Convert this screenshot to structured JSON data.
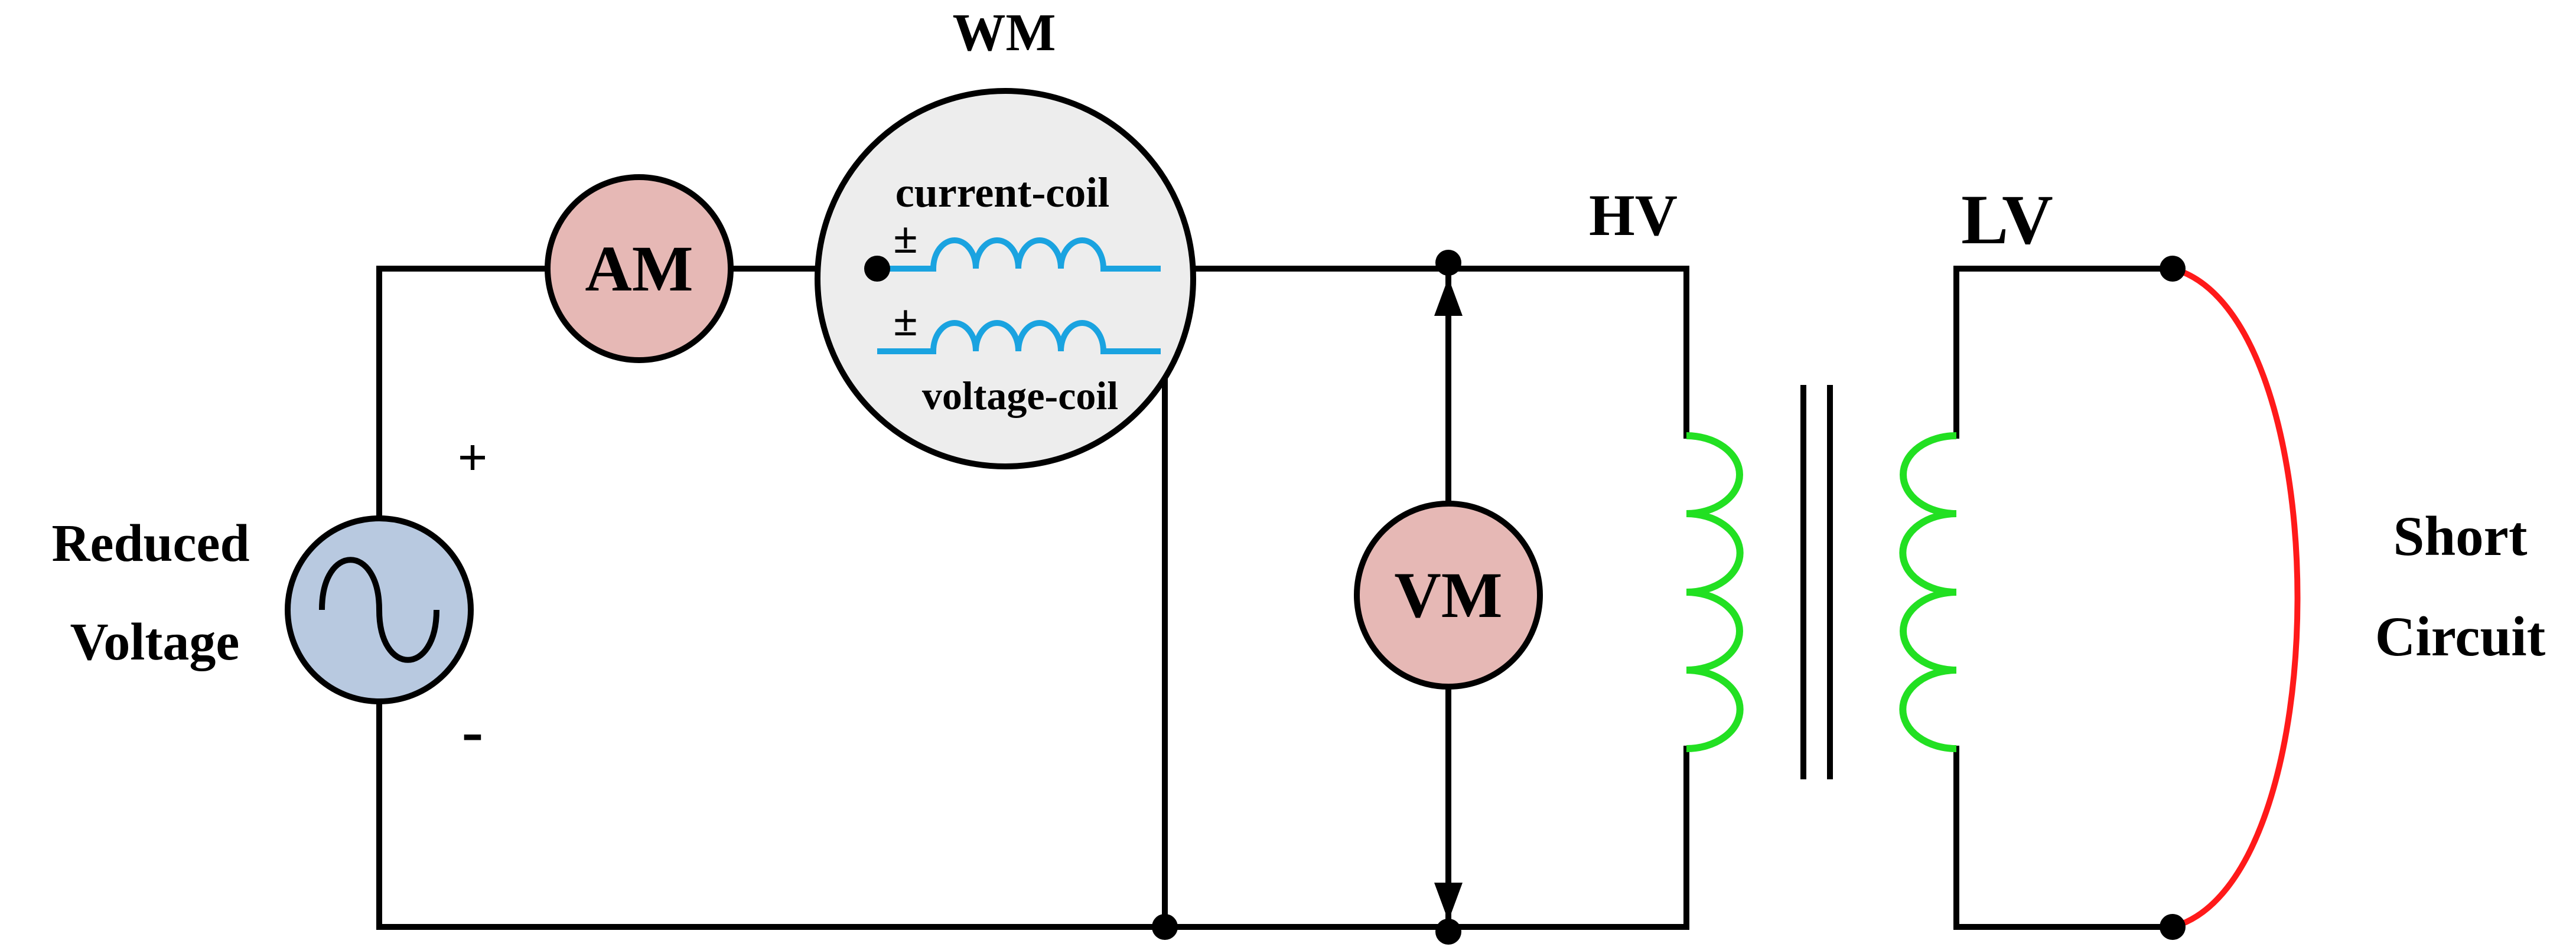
{
  "source": {
    "label_line1": "Reduced",
    "label_line2": "Voltage",
    "plus": "+",
    "minus": "-",
    "fill_color": "#b8c9e0",
    "icon": "ac-source-icon"
  },
  "ammeter": {
    "label": "AM",
    "fill_color": "#e6b8b5"
  },
  "wattmeter": {
    "title": "WM",
    "current_coil_label": "current-coil",
    "voltage_coil_label": "voltage-coil",
    "polarity_mark": "±",
    "fill_color": "#ededed",
    "coil_color": "#1aa3e0"
  },
  "voltmeter": {
    "label": "VM",
    "fill_color": "#e6b8b5"
  },
  "transformer": {
    "hv_label": "HV",
    "lv_label": "LV",
    "winding_color": "#22e022"
  },
  "short_circuit": {
    "label_line1": "Short",
    "label_line2": "Circuit",
    "color": "#ff1a1a"
  }
}
